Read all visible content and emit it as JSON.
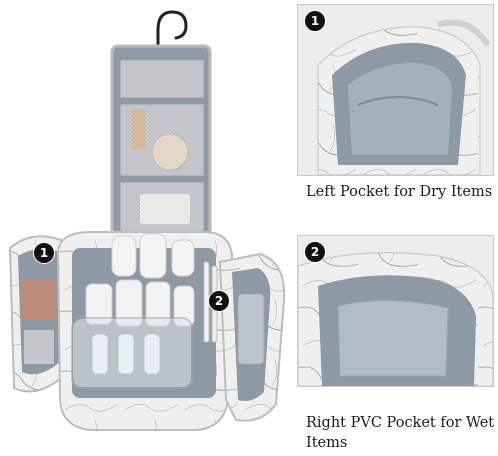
{
  "main_photo": {
    "badge_left": "1",
    "badge_right": "2"
  },
  "insets": [
    {
      "badge": "1",
      "caption": "Left Pocket for Dry Items"
    },
    {
      "badge": "2",
      "caption": "Right PVC Pocket for Wet Items"
    }
  ],
  "colors": {
    "marble": "#eeeeee",
    "lining": "#8d99a3",
    "trim": "#b9b9b9",
    "hook": "#222222",
    "badge": "#111111",
    "background": "#ffffff"
  }
}
